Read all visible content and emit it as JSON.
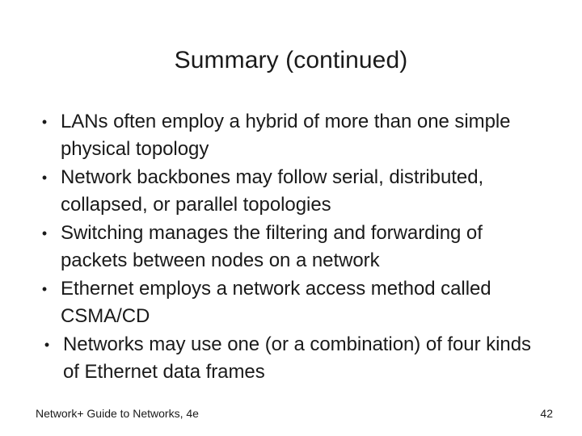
{
  "slide": {
    "title": "Summary (continued)",
    "page_number": "42",
    "footer_source": "Network+ Guide to Networks, 4e",
    "bullet_marker": "•",
    "text_color": "#1a1a1a",
    "background_color": "#ffffff",
    "bullets": [
      {
        "text": "LANs often employ a hybrid of more than one simple physical topology"
      },
      {
        "text": "Network backbones may follow serial, distributed, collapsed, or parallel topologies"
      },
      {
        "text": "Switching manages the filtering and forwarding of packets between nodes on a network"
      },
      {
        "text": "Ethernet employs a network access method called CSMA/CD"
      },
      {
        "text": "Networks may use one (or a combination) of four kinds of Ethernet data frames"
      }
    ]
  }
}
